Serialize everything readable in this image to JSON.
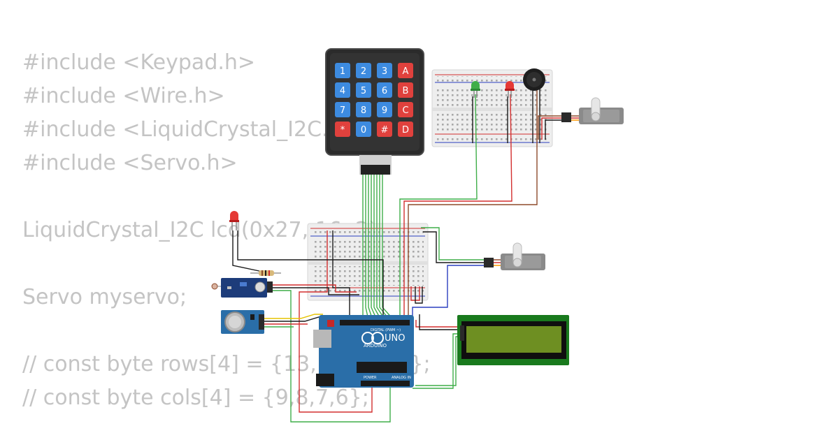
{
  "code_lines": [
    "#include <Keypad.h>",
    "#include <Wire.h>",
    "#include <LiquidCrystal_I2C.h>",
    "#include <Servo.h>",
    "",
    "LiquidCrystal_I2C lcd(0x27, 16, 2);",
    "",
    "Servo myservo;",
    "",
    "// const byte rows[4] = {13,12,11,10};",
    "// const byte cols[4] = {9,8,7,6};"
  ],
  "keypad": {
    "keys": [
      "1",
      "2",
      "3",
      "A",
      "4",
      "5",
      "6",
      "B",
      "7",
      "8",
      "9",
      "C",
      "*",
      "0",
      "#",
      "D"
    ]
  },
  "arduino": {
    "model_label": "UNO",
    "brand_label": "ARDUINO",
    "digital_label": "DIGITAL (PWM ~)",
    "analog_label": "ANALOG IN",
    "power_label": "POWER"
  },
  "colors": {
    "wire_green": "#3fae49",
    "wire_red": "#d32f2f",
    "wire_black": "#1a1a1a",
    "wire_brown": "#8d4a2a",
    "wire_blue": "#2a3fbf",
    "wire_yellow": "#e6c200",
    "arduino_blue": "#2a6ea8",
    "keypad_blue": "#3d8be0",
    "keypad_red": "#e0413d",
    "lcd_green": "#197a1d"
  }
}
